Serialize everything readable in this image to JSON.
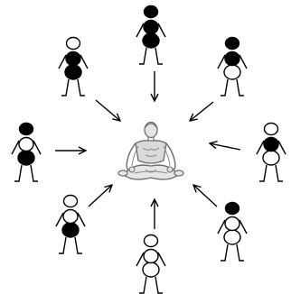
{
  "colors": {
    "ink": "#000000",
    "background": "#ffffff",
    "meditator_line": "#6e6e6e",
    "meditator_shade": "#cfcfcf"
  },
  "center_figure": {
    "icon": "meditating-person-icon",
    "pose": "lotus"
  },
  "figures": [
    {
      "id": "top",
      "head": "black",
      "torso": "black",
      "hips": "black"
    },
    {
      "id": "top-left",
      "head": "white",
      "torso": "black",
      "hips": "black"
    },
    {
      "id": "top-right",
      "head": "black",
      "torso": "black",
      "hips": "white"
    },
    {
      "id": "left",
      "head": "black",
      "torso": "white",
      "hips": "black"
    },
    {
      "id": "right",
      "head": "white",
      "torso": "black",
      "hips": "white"
    },
    {
      "id": "bottom-left",
      "head": "white",
      "torso": "white",
      "hips": "black"
    },
    {
      "id": "bottom-right",
      "head": "black",
      "torso": "white",
      "hips": "white"
    },
    {
      "id": "bottom",
      "head": "white",
      "torso": "white",
      "hips": "white"
    }
  ],
  "arrows": [
    {
      "from": "top",
      "to": "center"
    },
    {
      "from": "top-left",
      "to": "center"
    },
    {
      "from": "top-right",
      "to": "center"
    },
    {
      "from": "left",
      "to": "center"
    },
    {
      "from": "right",
      "to": "center"
    },
    {
      "from": "bottom-left",
      "to": "center"
    },
    {
      "from": "bottom-right",
      "to": "center"
    },
    {
      "from": "bottom",
      "to": "center"
    }
  ]
}
